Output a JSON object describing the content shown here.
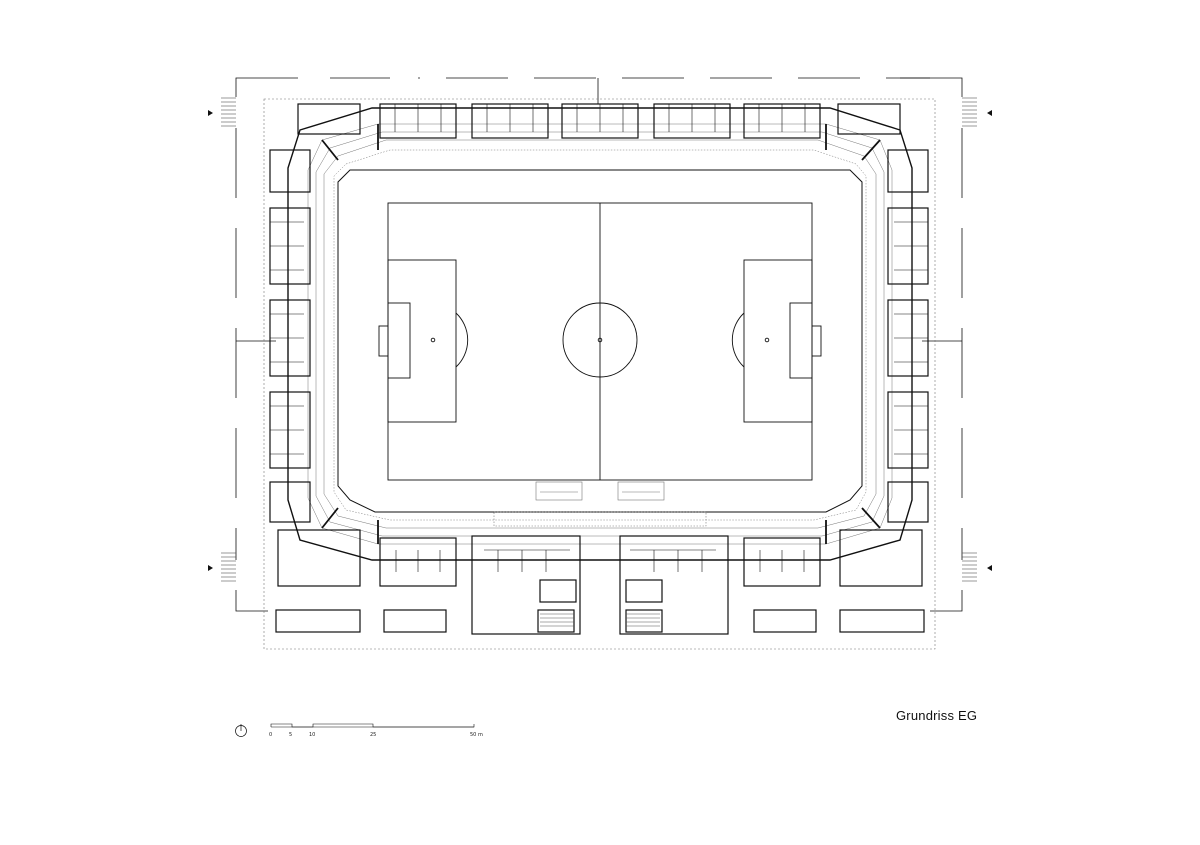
{
  "drawing": {
    "title": "Grundriss EG",
    "scale_labels": [
      "0",
      "5",
      "10",
      "25",
      "50 m"
    ]
  },
  "colors": {
    "line": "#111111",
    "fine": "#777777",
    "paper": "#ffffff"
  },
  "icons": {
    "north": "north-arrow-icon",
    "entrance": "entrance-arrow-icon"
  }
}
